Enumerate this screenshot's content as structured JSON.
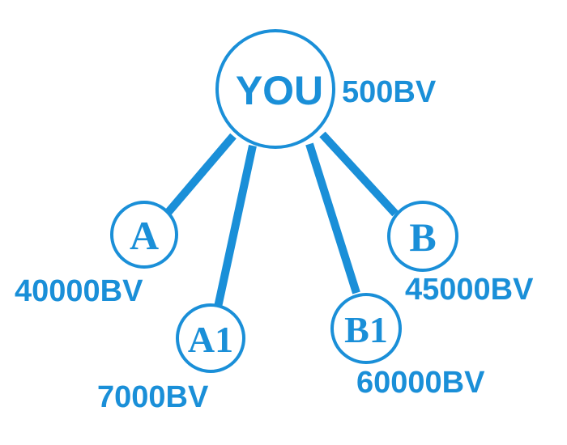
{
  "colors": {
    "primary": "#1a8fd8",
    "background": "#ffffff"
  },
  "nodes": {
    "you": {
      "label": "YOU",
      "bv": "500BV"
    },
    "a": {
      "label": "A",
      "bv": "40000BV"
    },
    "a1": {
      "label": "A1",
      "bv": "7000BV"
    },
    "b1": {
      "label": "B1",
      "bv": "60000BV"
    },
    "b": {
      "label": "B",
      "bv": "45000BV"
    }
  }
}
